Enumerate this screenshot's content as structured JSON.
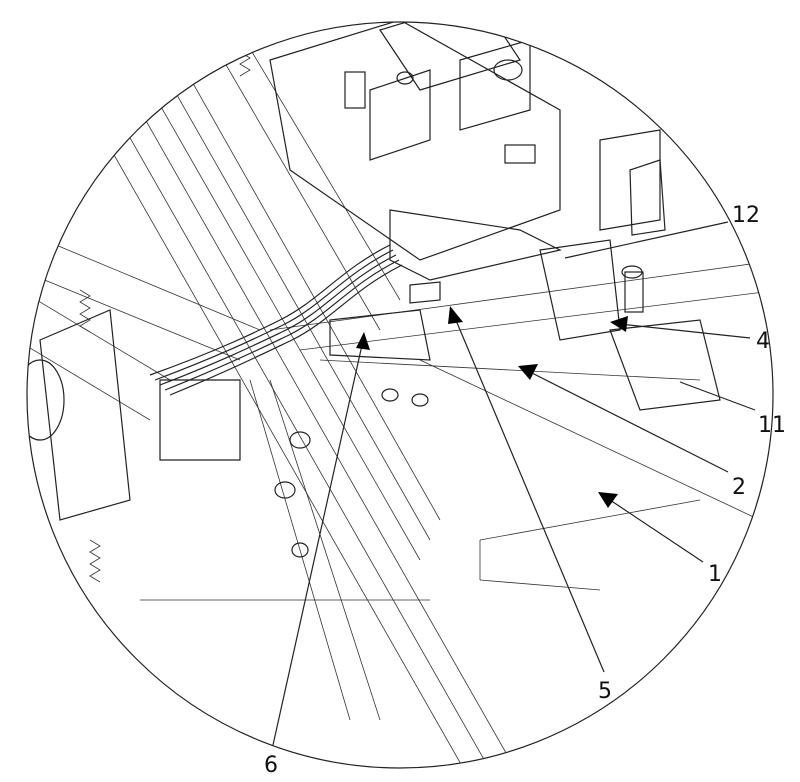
{
  "figure": {
    "reference_labels": [
      "12",
      "4",
      "11",
      "2",
      "1",
      "5",
      "6"
    ]
  }
}
